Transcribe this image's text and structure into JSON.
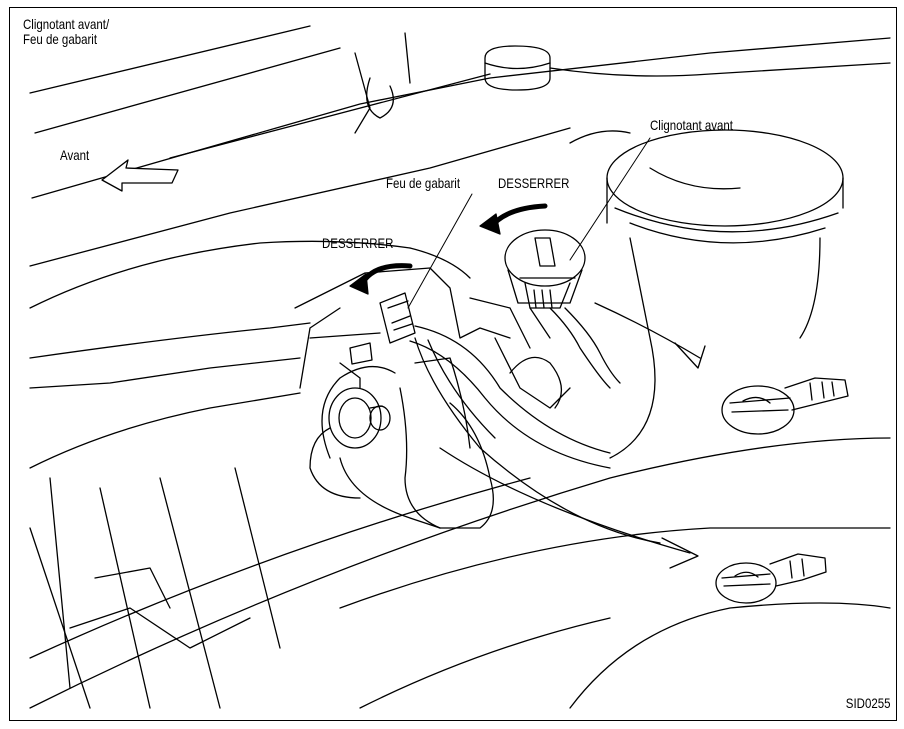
{
  "figure": {
    "labels": {
      "top_left_line1": "Clignotant avant/",
      "top_left_line2": "Feu de gabarit",
      "front": "Avant",
      "turn_signal": "Clignotant avant",
      "side_marker": "Feu de gabarit",
      "loosen_right": "DESSERRER",
      "loosen_left": "DESSERRER"
    },
    "code": "SID0255"
  },
  "colors": {
    "line": "#000000",
    "background": "#ffffff"
  }
}
